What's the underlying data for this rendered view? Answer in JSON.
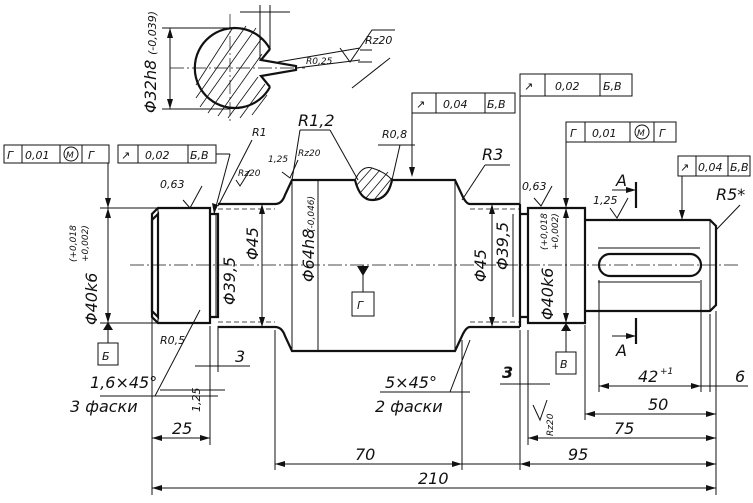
{
  "section_view": {
    "diameter": "Φ32h8",
    "tolerance": "(-0,039)",
    "roughness": "Rz20",
    "radius": "R0,25"
  },
  "dimensions": {
    "d_left_journal": "Φ40k6",
    "d_left_journal_tol_upper": "(+0,018",
    "d_left_journal_tol_lower": "+0,002)",
    "d_right_journal": "Φ40k6",
    "d_right_journal_tol_upper": "(+0,018",
    "d_right_journal_tol_lower": "+0,002)",
    "d_39_5_left": "Φ39,5",
    "d_45_left": "Φ45",
    "d_64": "Φ64h8",
    "d_64_tol": "(-0,046)",
    "d_45_right": "Φ45",
    "d_39_5_right": "Φ39,5",
    "len_25": "25",
    "len_3_left": "3",
    "len_1_25_left": "1,25",
    "len_70": "70",
    "len_210": "210",
    "len_3_right": "3",
    "len_95": "95",
    "len_75": "75",
    "len_50": "50",
    "len_42": "42",
    "len_42_tol": "+1",
    "len_6": "6",
    "len_1_25_right": "1,25",
    "chamfer_left_1": "1,6×45°",
    "chamfer_left_2": "3 фаски",
    "chamfer_mid_1": "5×45°",
    "chamfer_mid_2": "2 фаски",
    "r_0_5": "R0,5",
    "r_1": "R1",
    "r_1_2": "R1,2",
    "r_0_8": "R0,8",
    "r_3": "R3",
    "r_5": "R5*",
    "rz20_a": "Rz20",
    "rz20_b": "Rz20",
    "rz20_c": "Rz20",
    "ra_0_63_left": "0,63",
    "ra_0_63_right": "0,63",
    "ra_1_25_mid": "1,25"
  },
  "tolerance_frames": {
    "left_position": [
      "Г",
      "0,01",
      "М",
      "Г"
    ],
    "left_runout": [
      "↗",
      "0,02",
      "Б,В"
    ],
    "mid_runout": [
      "↗",
      "0,04",
      "Б,В"
    ],
    "top_right_runout": [
      "↗",
      "0,02",
      "Б,В"
    ],
    "right_position": [
      "Г",
      "0,01",
      "М",
      "Г"
    ],
    "far_right_runout": [
      "↗",
      "0,04",
      "Б,В"
    ]
  },
  "datums": {
    "b": "Б",
    "v": "В",
    "g": "Г"
  },
  "section_marks": {
    "a_top": "А",
    "a_bottom": "А"
  }
}
